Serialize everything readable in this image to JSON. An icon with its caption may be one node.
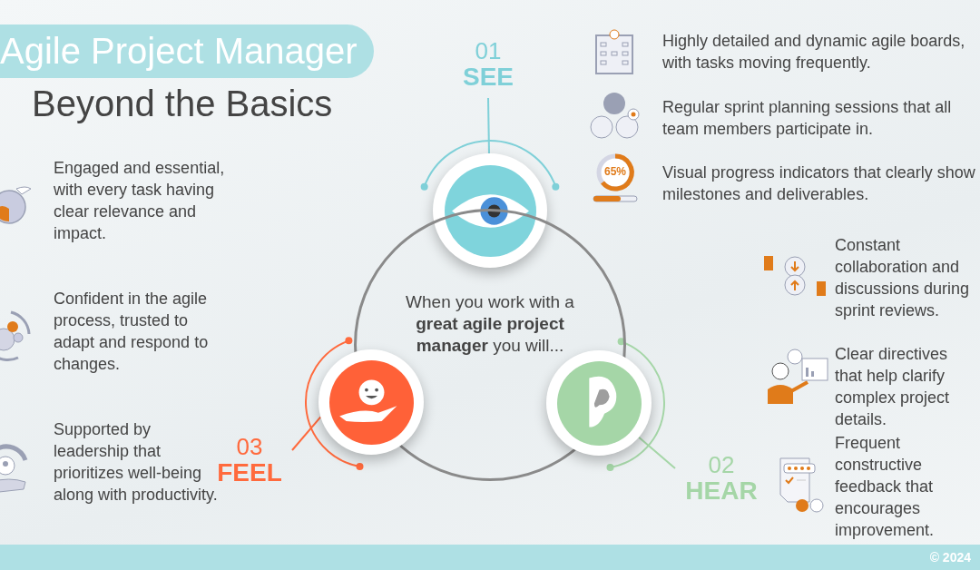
{
  "diagram": {
    "title": "Agile Project Manager",
    "nodes": [
      {
        "text": [
          "01",
          "SEE"
        ]
      },
      {
        "text": [],
        "shape": "picture"
      },
      {
        "text": [
          "When you work with a **great agile project manager** you will..."
        ]
      },
      {
        "text": [
          "03",
          "FEEL"
        ]
      },
      {
        "text": [],
        "shape": "picture"
      },
      {
        "text": [],
        "shape": "picture"
      },
      {
        "text": [
          "02",
          "HEAR"
        ]
      }
    ],
    "edges": [
      {
        "from": 0,
        "to": 1,
        "arrow": "none",
        "color": "#7fd0d8"
      },
      {
        "from": 3,
        "to": 4,
        "arrow": "none",
        "color": "#ff6a3d"
      },
      {
        "from": 6,
        "to": 5,
        "arrow": "none",
        "color": "#a5d6a7"
      }
    ],
    "labels": [
      "Beyond the Basics",
      "Engaged and essential, with every task having clear relevance and impact.",
      "Confident in the agile process, trusted to adapt and respond to changes.",
      "Supported by leadership that prioritizes well-being along with productivity.",
      "Highly detailed and dynamic agile boards, with tasks moving frequently.",
      "Regular sprint planning sessions that all team members participate in.",
      "65%",
      "Visual progress indicators that clearly show milestones and deliverables.",
      "Constant collaboration and discussions during sprint reviews.",
      "Clear directives that help clarify complex project details.",
      "Frequent constructive feedback that encourages improvement.",
      "© 2024"
    ]
  }
}
